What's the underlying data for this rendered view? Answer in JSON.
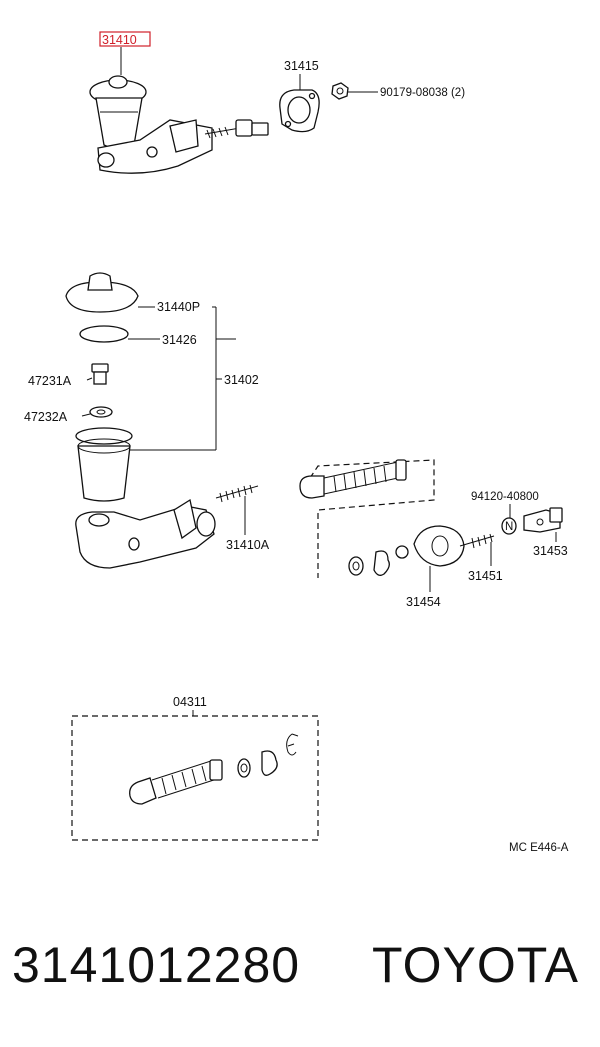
{
  "diagram": {
    "highlight_color": "#d0202a",
    "callouts": {
      "assembly": "31410",
      "gasket": "31415",
      "nut": "90179-08038 (2)",
      "reservoir_cap": "31440P",
      "cap_diaphragm": "31426",
      "union_bolt": "47231A",
      "union_gasket": "47232A",
      "reservoir_group": "31402",
      "push_rod_stud": "31410A",
      "clevis_nut": "94120-40800",
      "clevis": "31453",
      "push_rod": "31451",
      "boot": "31454",
      "kit": "04311"
    },
    "figure_code": "MC E446-A"
  },
  "footer": {
    "part_number": "3141012280",
    "brand": "TOYOTA"
  }
}
